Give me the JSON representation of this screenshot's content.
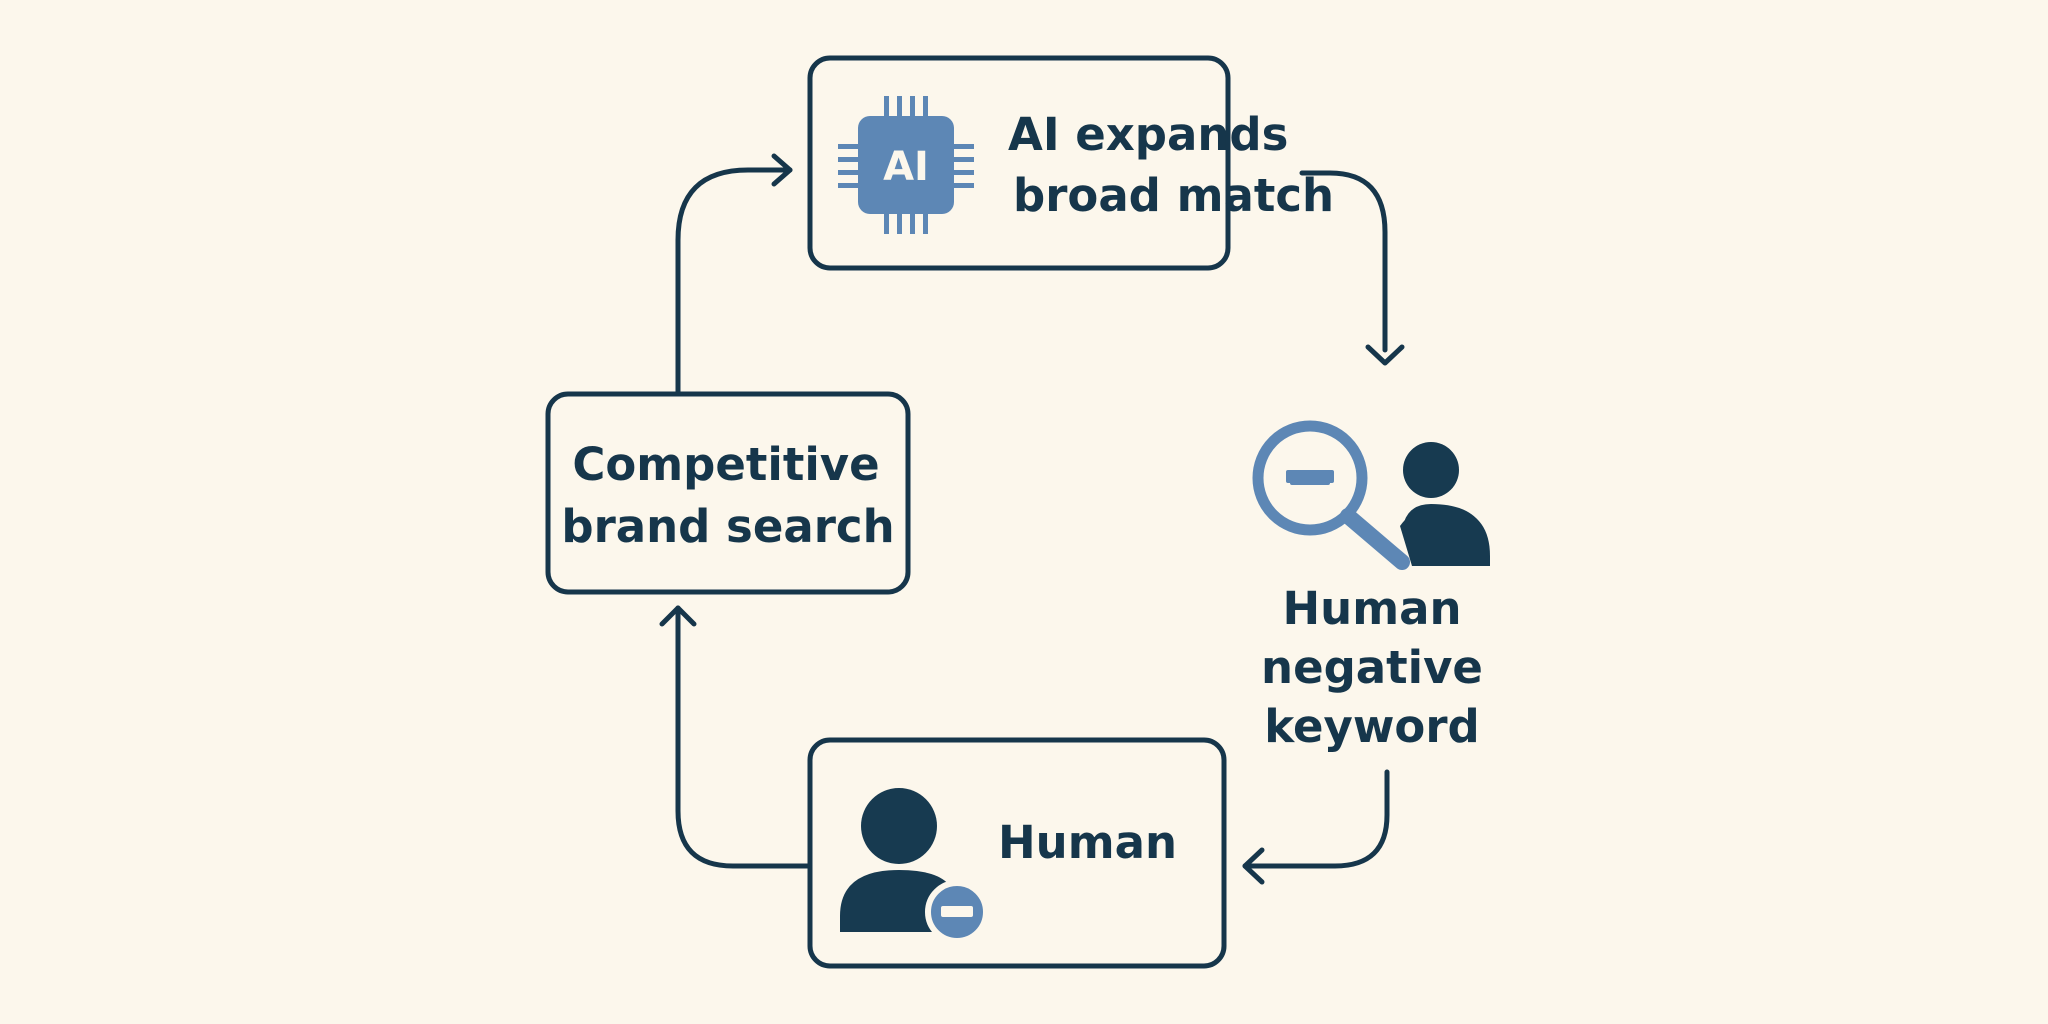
{
  "nodes": {
    "ai_expands": {
      "line1": "AI expands",
      "line2": "broad match",
      "icon": "ai-chip-icon",
      "icon_label": "AI"
    },
    "human_negative": {
      "line1": "Human",
      "line2": "negative",
      "line3": "keyword",
      "icon": "search-minus-person-icon"
    },
    "human": {
      "label": "Human",
      "icon": "person-minus-icon"
    },
    "competitive": {
      "line1": "Competitive",
      "line2": "brand search"
    }
  },
  "colors": {
    "background": "#fcf7ec",
    "ink": "#16364b",
    "accent": "#5d87b5"
  }
}
